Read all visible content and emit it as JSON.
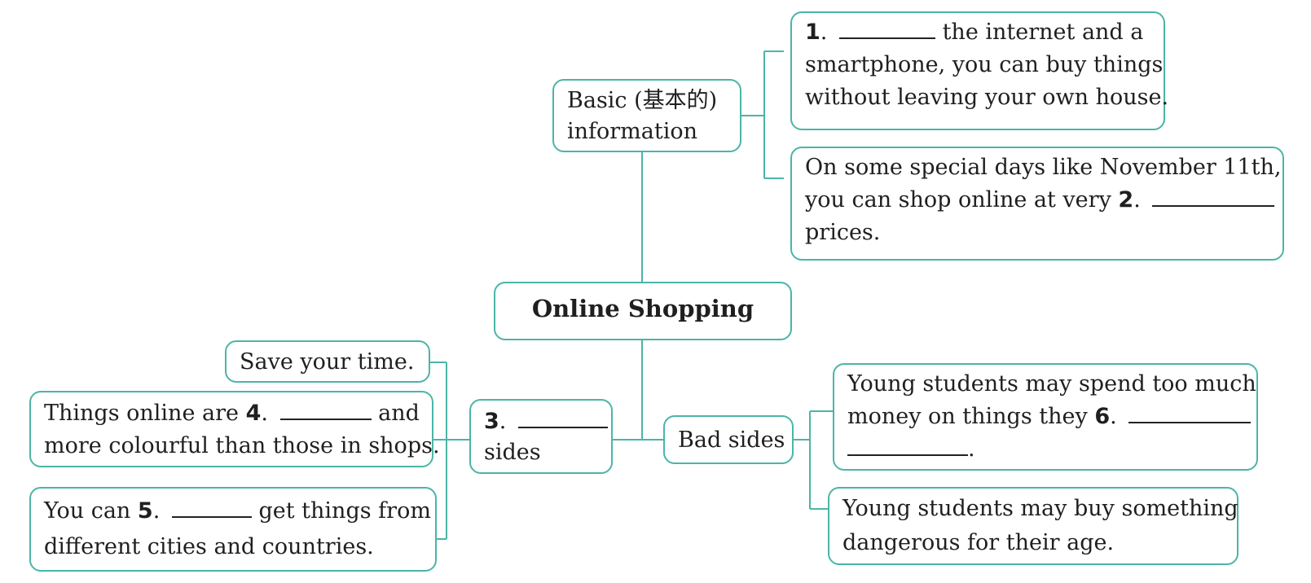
{
  "center": "Online Shopping",
  "basic": {
    "label_line1": "Basic (基本的)",
    "label_line2": "information",
    "item1": {
      "num": "1",
      "line1_rest": "the internet and a",
      "line2": "smartphone, you can buy things",
      "line3": "without leaving your own house."
    },
    "item2": {
      "line1": "On some special days like November 11th,",
      "line2_pre": "you can shop online at very",
      "num": "2",
      "line3": "prices."
    }
  },
  "good": {
    "num": "3",
    "line2": "sides",
    "items": {
      "a": "Save your time.",
      "b_pre": "Things online are",
      "b_num": "4",
      "b_rest": "and",
      "b_line2": "more colourful than those in shops.",
      "c_pre": "You can",
      "c_num": "5",
      "c_rest": "get things from",
      "c_line2": "different cities and countries."
    }
  },
  "bad": {
    "label": "Bad sides",
    "item1": {
      "line1": "Young students may spend too much",
      "line2_pre": "money on things they",
      "num": "6"
    },
    "item2": {
      "line1": "Young students may buy something",
      "line2": "dangerous for their age."
    }
  },
  "colors": {
    "line": "#4bb5a6"
  }
}
